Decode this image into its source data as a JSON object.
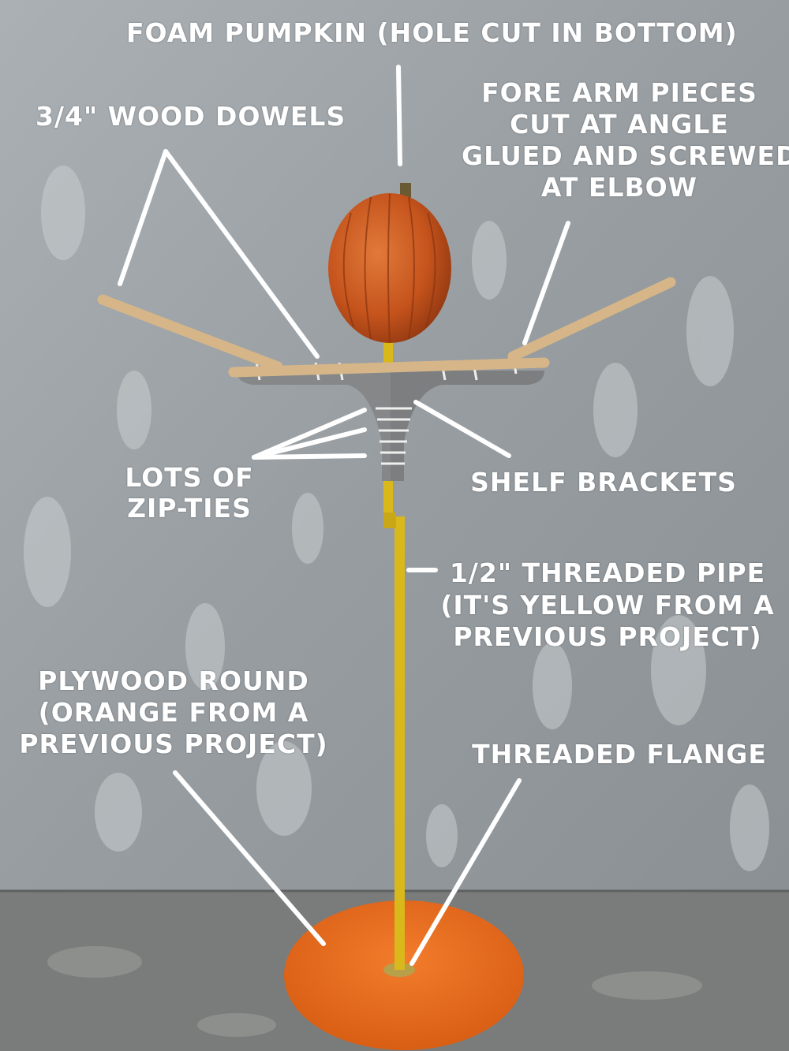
{
  "labels": {
    "foam_pumpkin": "Foam Pumpkin (Hole cut in bottom)",
    "wood_dowels": "3/4\" wood dowels",
    "fore_arm_1": "Fore arm pieces",
    "fore_arm_2": "cut at angle",
    "fore_arm_3": "glued and screwed",
    "fore_arm_4": "at elbow",
    "zip_ties_1": "Lots of",
    "zip_ties_2": "zip-ties",
    "shelf_brackets": "Shelf brackets",
    "pipe_1": "1/2\" threaded pipe",
    "pipe_2": "(it's yellow from a",
    "pipe_3": "previous project)",
    "plywood_1": "Plywood Round",
    "plywood_2": "(orange from a",
    "plywood_3": "previous project)",
    "flange": "Threaded flange"
  },
  "colors": {
    "wall": "#9ba1a5",
    "ground": "#7d7f7d",
    "pumpkin": "#c8541e",
    "pipe": "#d9b81c",
    "base": "#e86a1c",
    "dowel": "#d8b88a",
    "bracket": "#8a8c8e",
    "annotation": "#ffffff"
  }
}
